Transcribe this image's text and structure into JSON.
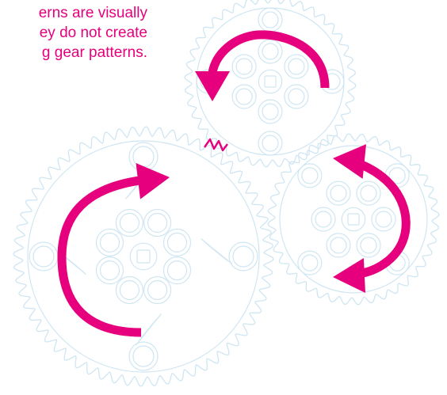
{
  "caption": {
    "lines": [
      "erns are visually",
      "ey do not create",
      "g gear patterns."
    ]
  },
  "colors": {
    "accent": "#e6007e",
    "gear_outline": "#cfe6f2"
  },
  "icons": {
    "arrow": "curved-arrow-icon",
    "mesh": "mesh-squiggle-icon"
  }
}
